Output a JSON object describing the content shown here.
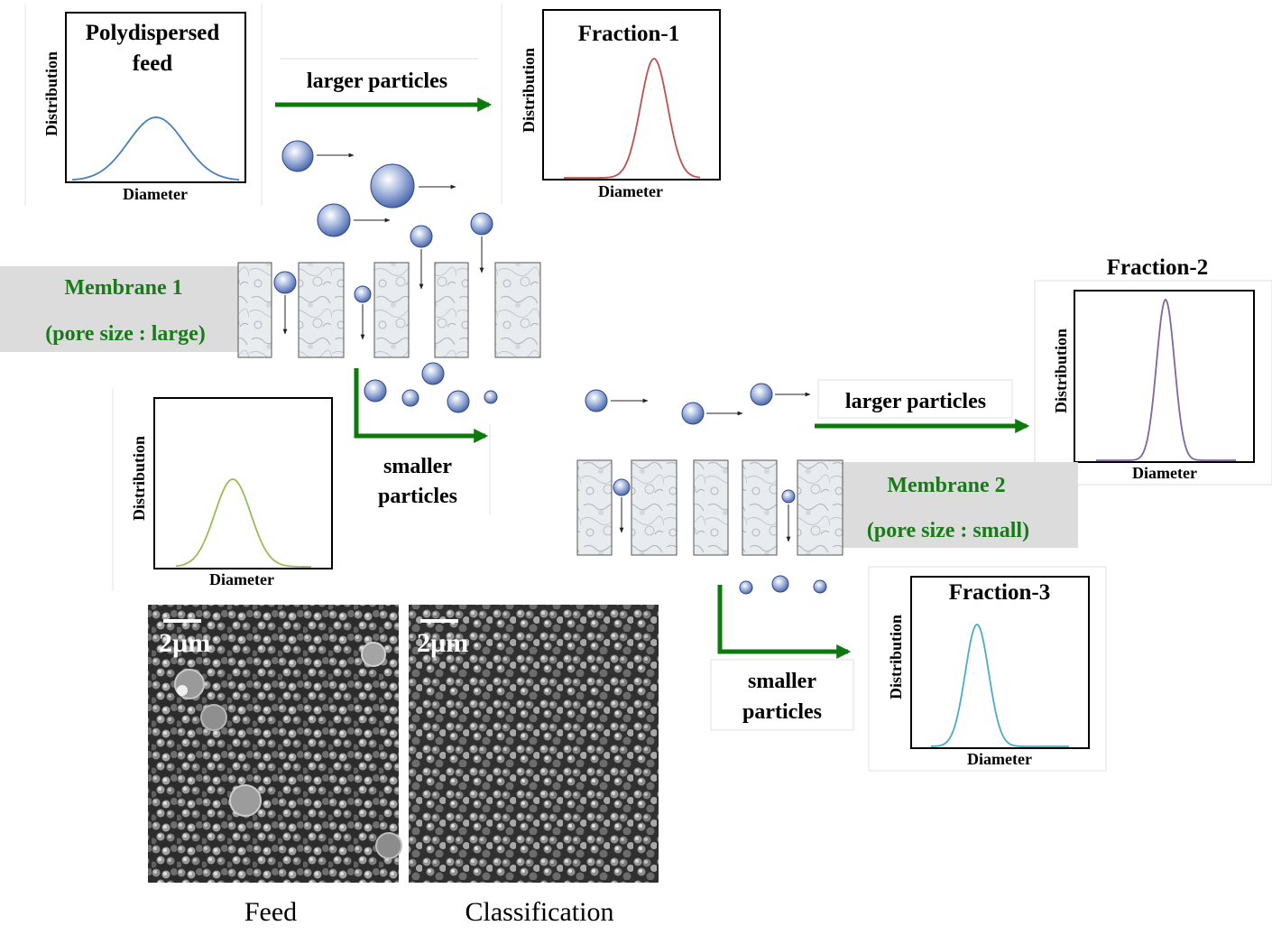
{
  "plots": [
    {
      "id": "feed",
      "title_lines": [
        "Polydispersed",
        "feed"
      ],
      "ylabel": "Distribution",
      "xlabel": "Diameter",
      "color": "#4a7ebb"
    },
    {
      "id": "fraction1",
      "title_lines": [
        "Fraction-1"
      ],
      "ylabel": "Distribution",
      "xlabel": "Diameter",
      "color": "#c0504d"
    },
    {
      "id": "fraction2",
      "title_lines": [
        "Fraction-2"
      ],
      "ylabel": "Distribution",
      "xlabel": "Diameter",
      "color": "#8064a2"
    },
    {
      "id": "fraction3",
      "title_lines": [
        "Fraction-3"
      ],
      "ylabel": "Distribution",
      "xlabel": "Diameter",
      "color": "#4bacc6"
    },
    {
      "id": "intermediate",
      "title_lines": [],
      "ylabel": "Distribution",
      "xlabel": "Diameter",
      "color": "#9bbb59"
    }
  ],
  "membranes": [
    {
      "name": "Membrane 1",
      "pore": "(pore size : large)"
    },
    {
      "name": "Membrane 2",
      "pore": "(pore size : small)"
    }
  ],
  "flows": {
    "larger1": "larger particles",
    "larger2": "larger particles",
    "smaller1": [
      "smaller",
      "particles"
    ],
    "smaller2": [
      "smaller",
      "particles"
    ]
  },
  "sem": {
    "scale_bar": "2µm",
    "captions": [
      "Feed",
      "Classification"
    ]
  },
  "colors": {
    "arrow_green": "#0e7a0e",
    "membrane_text": "#1a7a1a",
    "label_bg": "#dcdcdc",
    "particle": "#5b78c0"
  }
}
